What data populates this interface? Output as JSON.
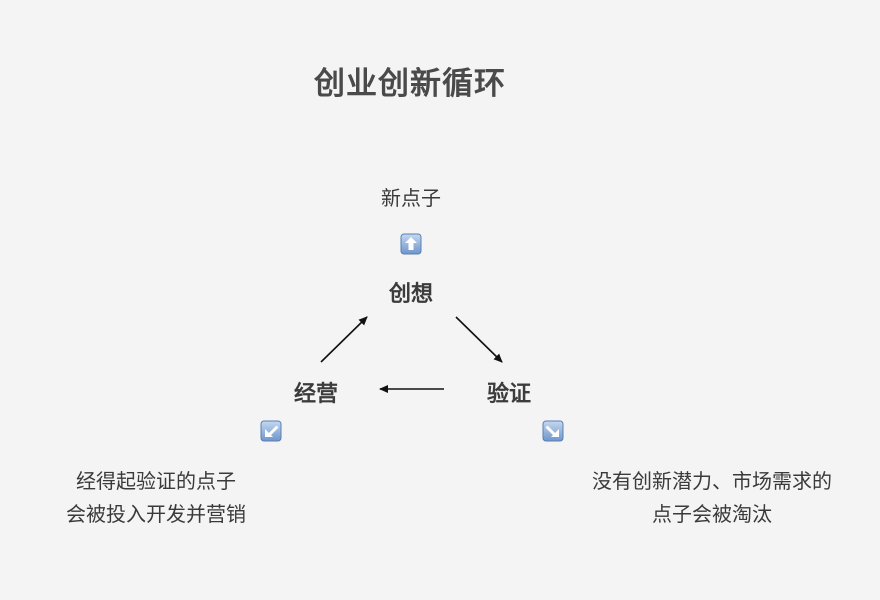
{
  "title": "创业创新循环",
  "nodes": {
    "ideate": "创想",
    "validate": "验证",
    "operate": "经营"
  },
  "notes": {
    "top": "新点子",
    "left_line1": "经得起验证的点子",
    "left_line2": "会被投入开发并营销",
    "right_line1": "没有创新潜力、市场需求的",
    "right_line2": "点子会被淘汰"
  },
  "icons": {
    "top": "up-arrow-icon",
    "left": "down-left-arrow-icon",
    "right": "down-right-arrow-icon"
  },
  "colors": {
    "icon_light": "#a8c3e6",
    "icon_dark": "#5a84c0",
    "arrow": "#111111"
  }
}
